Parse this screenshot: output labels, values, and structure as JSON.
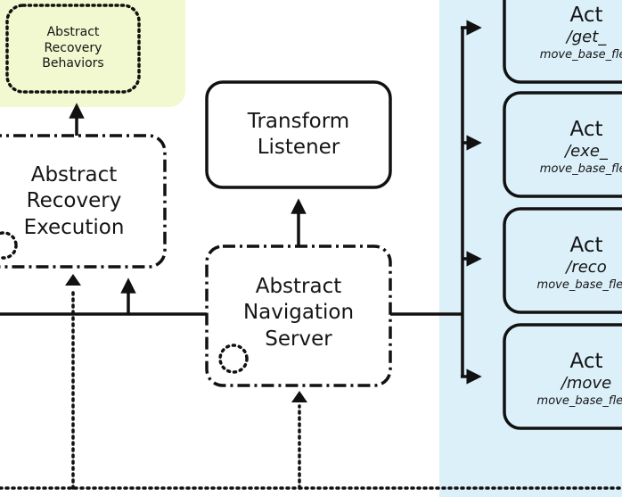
{
  "colors": {
    "stroke": "#111111",
    "recovery_bg": "#f2f8cf",
    "actions_bg": "#dcf0fa"
  },
  "nodes": {
    "abstract_recovery_behaviors": [
      "Abstract",
      "Recovery",
      "Behaviors"
    ],
    "abstract_recovery_execution": [
      "Abstract",
      "Recovery",
      "Execution"
    ],
    "transform_listener": [
      "Transform",
      "Listener"
    ],
    "abstract_navigation_server": [
      "Abstract",
      "Navigation",
      "Server"
    ]
  },
  "actions": [
    {
      "title": "Act",
      "topic": "/get_",
      "type": "move_base_flex"
    },
    {
      "title": "Act",
      "topic": "/exe_",
      "type": "move_base_flex"
    },
    {
      "title": "Act",
      "topic": "/reco",
      "type": "move_base_flex_"
    },
    {
      "title": "Act",
      "topic": "/move",
      "type": "move_base_flex_"
    }
  ]
}
